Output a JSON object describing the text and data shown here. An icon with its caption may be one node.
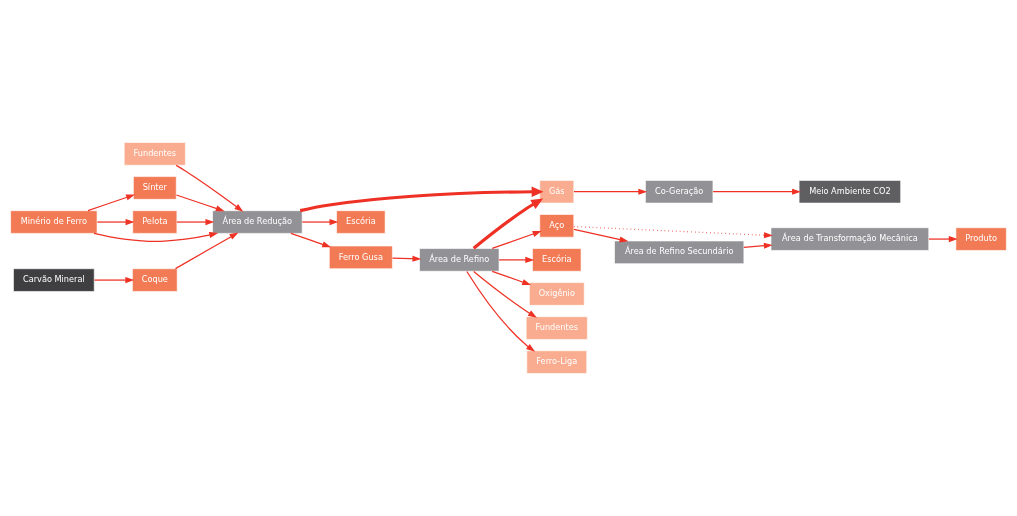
{
  "diagram": {
    "nodes": [
      {
        "text": [
          "Sínter"
        ]
      },
      {
        "text": [
          "Fundentes"
        ]
      },
      {
        "text": [
          "Co-Geração"
        ]
      },
      {
        "text": [
          "Meio Ambiente CO2"
        ]
      },
      {
        "text": [
          "Minério de Ferro"
        ]
      },
      {
        "text": [
          "Gás"
        ]
      },
      {
        "text": [
          "Produto"
        ]
      },
      {
        "text": [
          "Pelota"
        ]
      },
      {
        "text": [
          "Coque"
        ]
      },
      {
        "text": [
          "Área de Redução"
        ]
      },
      {
        "text": [
          "Área de Refino"
        ]
      },
      {
        "text": [
          "Aço"
        ]
      },
      {
        "text": [
          "Área de Transformação Mecânica"
        ]
      },
      {
        "text": [
          "Escória"
        ]
      },
      {
        "text": [
          "Oxigênio"
        ]
      },
      {
        "text": [
          "Fundentes"
        ]
      },
      {
        "text": [
          "Ferro-Liga"
        ]
      },
      {
        "text": [
          "Carvão Mineral"
        ]
      },
      {
        "text": [
          "Escória"
        ]
      },
      {
        "text": [
          "Ferro Gusa"
        ]
      },
      {
        "text": [
          "Área de Refino Secundário"
        ]
      }
    ],
    "edges": [
      {
        "from": 4,
        "to": 0,
        "arrow": "to"
      },
      {
        "from": 4,
        "to": 9,
        "arrow": "to"
      },
      {
        "from": 0,
        "to": 9,
        "arrow": "to"
      },
      {
        "from": 1,
        "to": 9,
        "arrow": "to"
      },
      {
        "from": 4,
        "to": 7,
        "arrow": "to"
      },
      {
        "from": 7,
        "to": 9,
        "arrow": "to"
      },
      {
        "from": 8,
        "to": 9,
        "arrow": "to"
      },
      {
        "from": 17,
        "to": 8,
        "arrow": "to"
      },
      {
        "from": 9,
        "to": 5,
        "arrow": "to",
        "style": "thick",
        "color": "#ee3124"
      },
      {
        "from": 10,
        "to": 5,
        "arrow": "to",
        "style": "thick",
        "color": "#ee3124"
      },
      {
        "from": 5,
        "to": 2,
        "arrow": "to"
      },
      {
        "from": 2,
        "to": 3,
        "arrow": "to"
      },
      {
        "from": 9,
        "to": 18,
        "arrow": "to"
      },
      {
        "from": 9,
        "to": 19,
        "arrow": "to"
      },
      {
        "from": 19,
        "to": 10,
        "arrow": "to"
      },
      {
        "from": 10,
        "to": 13,
        "arrow": "to"
      },
      {
        "from": 10,
        "to": 14,
        "arrow": "to"
      },
      {
        "from": 10,
        "to": 15,
        "arrow": "to"
      },
      {
        "from": 10,
        "to": 16,
        "arrow": "to"
      },
      {
        "from": 10,
        "to": 11,
        "arrow": "to"
      },
      {
        "from": 11,
        "to": 12,
        "arrow": "to",
        "style": "dashed"
      },
      {
        "from": 11,
        "to": 20,
        "arrow": "to"
      },
      {
        "from": 20,
        "to": 12,
        "arrow": "to"
      },
      {
        "from": 12,
        "to": 6,
        "arrow": "to"
      }
    ]
  }
}
